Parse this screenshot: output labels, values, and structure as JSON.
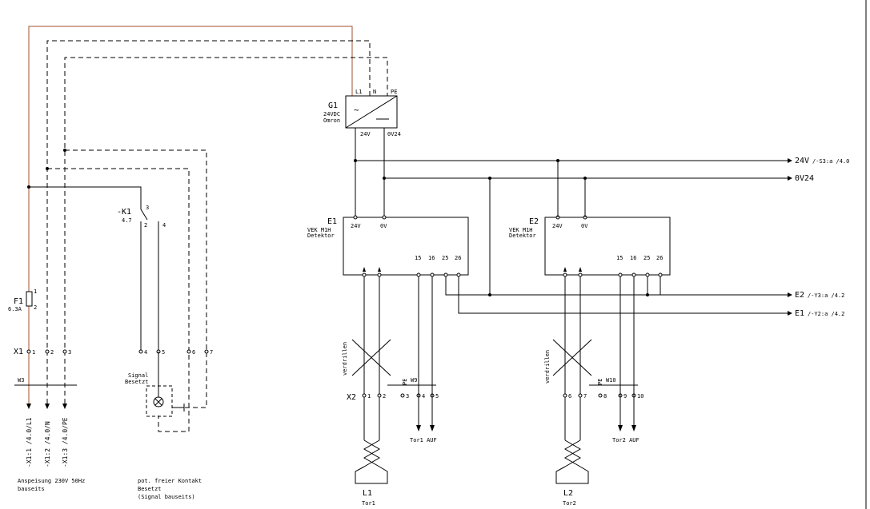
{
  "g1": {
    "ref": "G1",
    "sub1": "24VDC",
    "sub2": "Omron",
    "pin_l1": "L1",
    "pin_n": "N",
    "pin_pe": "PE",
    "out_24v": "24V",
    "out_0v": "0V24",
    "symbol": "~"
  },
  "buses": {
    "v24": "24V",
    "v24_ref": "/-S3:a /4.0",
    "v0": "0V24"
  },
  "e1": {
    "ref": "E1",
    "line1": "VEK M1H",
    "line2": "Detektor",
    "p24": "24V",
    "p0": "0V",
    "t15": "15",
    "t16": "16",
    "t25": "25",
    "t26": "26"
  },
  "e2": {
    "ref": "E2",
    "line1": "VEK M1H",
    "line2": "Detektor",
    "p24": "24V",
    "p0": "0V",
    "t15": "15",
    "t16": "16",
    "t25": "25",
    "t26": "26"
  },
  "outs": {
    "e2": "E2",
    "e2_ref": "/-Y3:a /4.2",
    "e1": "E1",
    "e1_ref": "/-Y2:a /4.2"
  },
  "k1": {
    "ref": "-K1",
    "page": "4.7",
    "p3": "3",
    "p2": "2",
    "p4": "4"
  },
  "f1": {
    "ref": "F1",
    "rating": "6.3A",
    "p1": "1",
    "p2": "2"
  },
  "x1": {
    "ref": "X1",
    "t1": "1",
    "t2": "2",
    "t3": "3",
    "t4": "4",
    "t5": "5",
    "t6": "6",
    "t7": "7"
  },
  "w3": "W3",
  "feed": {
    "l1": "-X1:1 /4.0/L1",
    "n": "-X1:2 /4.0/N",
    "pe": "-X1:3 /4.0/PE"
  },
  "signal_lamp": {
    "line1": "Signal",
    "line2": "Besetzt"
  },
  "x2": {
    "ref": "X2",
    "t1": "1",
    "t2": "2",
    "t3": "3",
    "t4": "4",
    "t5": "5",
    "t6": "6",
    "t7": "7",
    "t8": "8",
    "t9": "9",
    "t10": "10"
  },
  "twist": "verdrillen",
  "pe_label": "PE",
  "w9": "W9",
  "w10": "W10",
  "tor1_auf": "Tor1 AUF",
  "tor2_auf": "Tor2 AUF",
  "loop1": {
    "ref": "L1",
    "sub": "Tor1"
  },
  "loop2": {
    "ref": "L2",
    "sub": "Tor2"
  },
  "notes": {
    "supply1": "Anspeisung 230V 50Hz",
    "supply2": "bauseits",
    "contact1": "pot. freier Kontakt",
    "contact2": "Besetzt",
    "contact3": "(Signal bauseits)"
  },
  "colors": {
    "phase_wire": "#a0522d",
    "line": "#000000",
    "background": "#ffffff"
  }
}
